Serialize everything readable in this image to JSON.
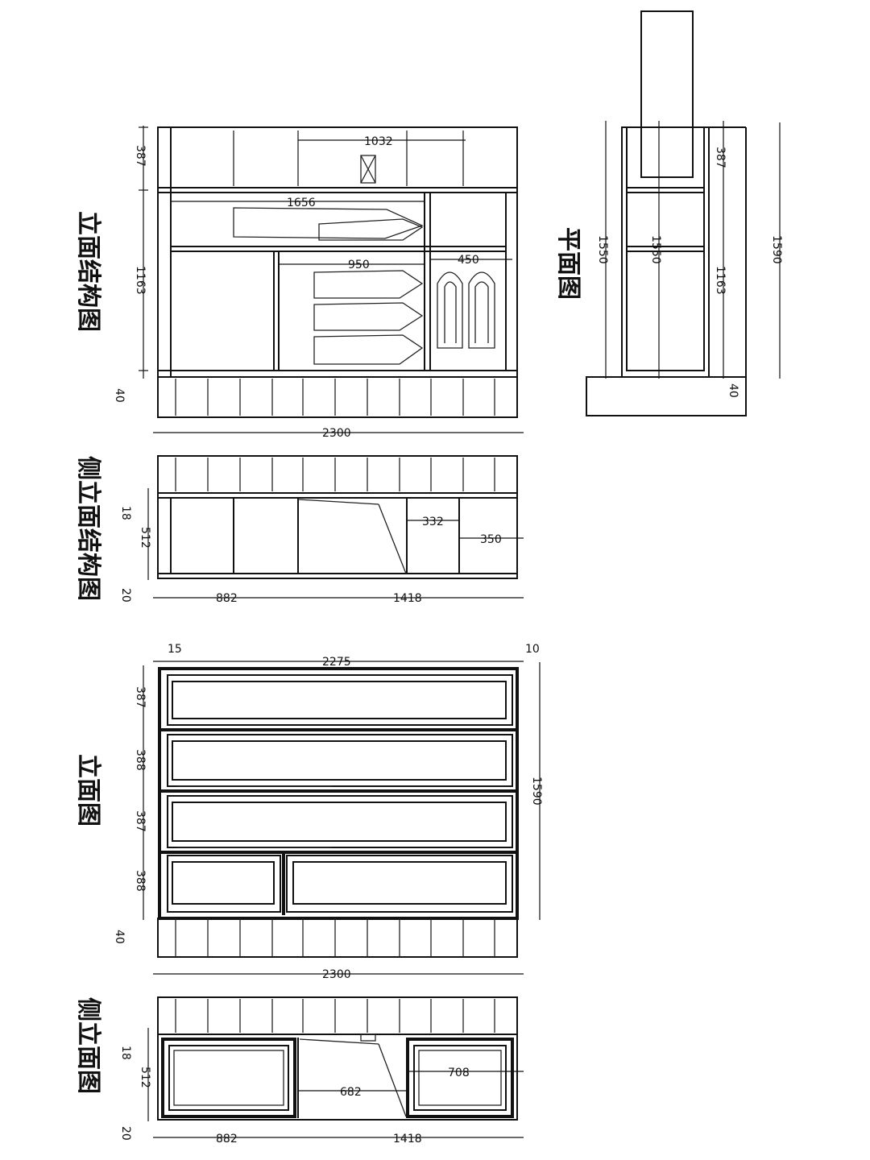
{
  "titles": {
    "elevation_structure": "立面结构图",
    "side_elevation_structure": "侧立面结构图",
    "plan": "平面图",
    "elevation": "立面图",
    "side_elevation": "侧立面图"
  },
  "dims": {
    "es_387": "387",
    "es_1163": "1163",
    "es_40": "40",
    "es_1032": "1032",
    "es_1656": "1656",
    "es_950": "950",
    "es_450": "450",
    "es_2300": "2300",
    "ses_18": "18",
    "ses_512": "512",
    "ses_20": "20",
    "ses_332": "332",
    "ses_350": "350",
    "ses_882": "882",
    "ses_1418": "1418",
    "pl_387": "387",
    "pl_1550a": "1550",
    "pl_1550b": "1550",
    "pl_1163": "1163",
    "pl_1590": "1590",
    "pl_40": "40",
    "el_15": "15",
    "el_10": "10",
    "el_2275": "2275",
    "el_387a": "387",
    "el_388a": "388",
    "el_387b": "387",
    "el_388b": "388",
    "el_40": "40",
    "el_1590": "1590",
    "el_2300": "2300",
    "se_18": "18",
    "se_512": "512",
    "se_20": "20",
    "se_708": "708",
    "se_682": "682",
    "se_882": "882",
    "se_1418": "1418"
  }
}
